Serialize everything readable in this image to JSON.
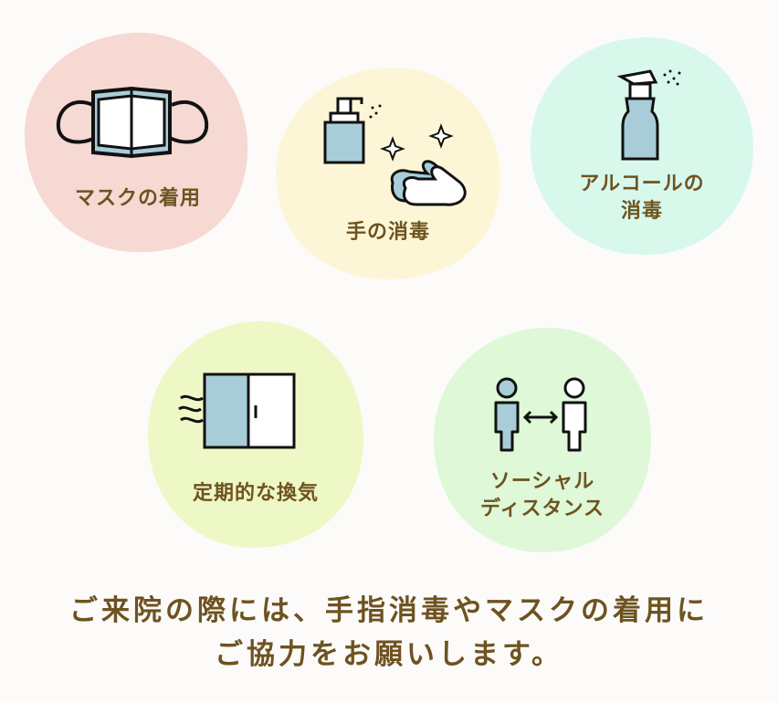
{
  "items": [
    {
      "name": "mask",
      "lines": [
        "マスクの着用"
      ],
      "bg": "#f6d9d2",
      "icon": "mask-icon"
    },
    {
      "name": "hand-sanitize",
      "lines": [
        "手の消毒"
      ],
      "bg": "#fdf6d6",
      "icon": "hand-sanitizer-icon"
    },
    {
      "name": "alcohol",
      "lines": [
        "アルコールの",
        "消毒"
      ],
      "bg": "#d8f8ec",
      "icon": "spray-bottle-icon"
    },
    {
      "name": "ventilation",
      "lines": [
        "定期的な換気"
      ],
      "bg": "#eef8c6",
      "icon": "window-icon"
    },
    {
      "name": "distance",
      "lines": [
        "ソーシャル",
        "ディスタンス"
      ],
      "bg": "#def8d8",
      "icon": "social-distance-icon"
    }
  ],
  "footer": {
    "line1": "ご来院の際には、手指消毒やマスクの着用に",
    "line2": "ご協力をお願いします。"
  },
  "colors": {
    "text": "#6e5320",
    "icon_fill": "#a9cdd8",
    "icon_stroke": "#111111"
  }
}
